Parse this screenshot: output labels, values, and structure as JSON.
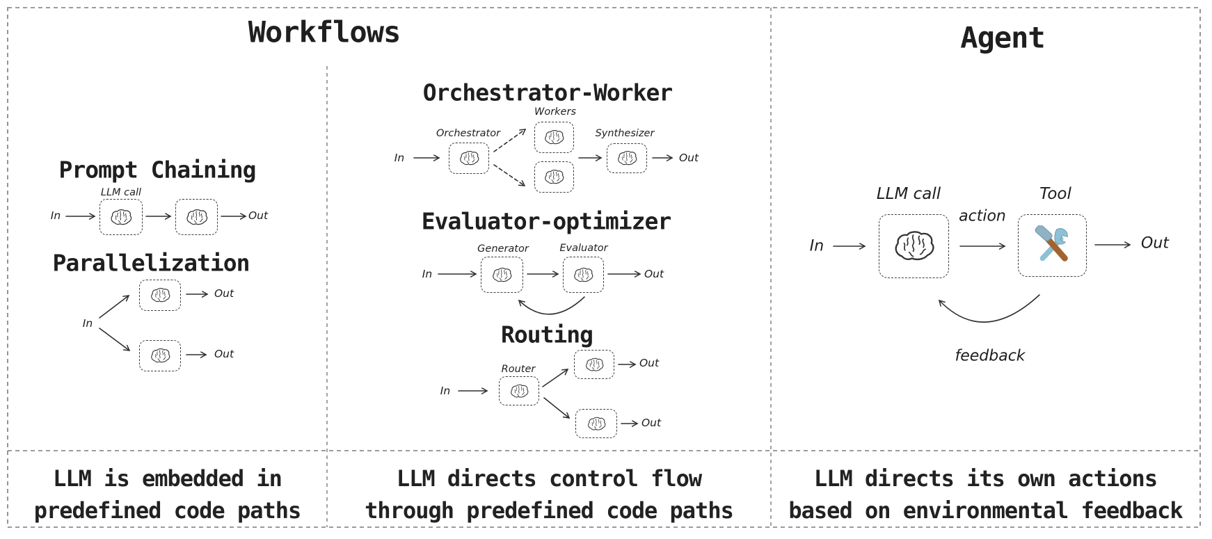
{
  "workflows": {
    "title": "Workflows",
    "prompt_chaining": {
      "heading": "Prompt Chaining",
      "llm_call_label": "LLM call",
      "in_label": "In",
      "out_label": "Out"
    },
    "parallelization": {
      "heading": "Parallelization",
      "in_label": "In",
      "out_label": "Out"
    },
    "orchestrator_worker": {
      "heading": "Orchestrator-Worker",
      "orchestrator_label": "Orchestrator",
      "workers_label": "Workers",
      "synthesizer_label": "Synthesizer",
      "in_label": "In",
      "out_label": "Out"
    },
    "evaluator_optimizer": {
      "heading": "Evaluator-optimizer",
      "generator_label": "Generator",
      "evaluator_label": "Evaluator",
      "in_label": "In",
      "out_label": "Out"
    },
    "routing": {
      "heading": "Routing",
      "router_label": "Router",
      "in_label": "In",
      "out_label": "Out"
    },
    "caption_left": {
      "line1": "LLM is embedded in",
      "line2": "predefined code paths"
    },
    "caption_middle": {
      "line1": "LLM directs control flow",
      "line2": "through predefined code paths"
    }
  },
  "agent": {
    "title": "Agent",
    "llm_call_label": "LLM call",
    "tool_label": "Tool",
    "action_label": "action",
    "feedback_label": "feedback",
    "in_label": "In",
    "out_label": "Out",
    "caption": {
      "line1": "LLM directs its own actions",
      "line2": "based on environmental feedback"
    }
  },
  "icons": {
    "brain": "brain-doodle-icon",
    "tool": "hammer-wrench-icon"
  },
  "colors": {
    "background": "#ffffff",
    "ink": "#1f1f1f",
    "frame_border": "#7a7a7a",
    "box_border": "#3c3c3c",
    "arrow": "#2f2f2f",
    "tool_wrench_blue": "#8fc0d6",
    "tool_head_gray": "#8fb3c4",
    "tool_handle_brown": "#a2632f"
  }
}
